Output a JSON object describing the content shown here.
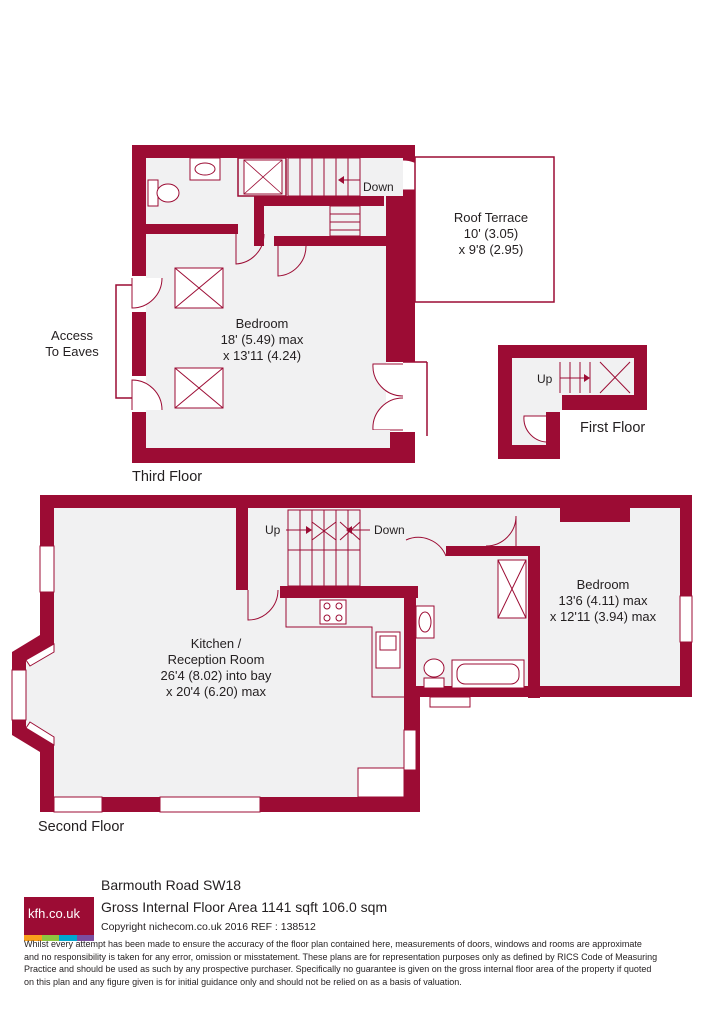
{
  "colors": {
    "wall": "#9c0c34",
    "floor": "#f1f1f2",
    "line": "#9c0c34"
  },
  "third_floor": {
    "label": "Third Floor",
    "bedroom": {
      "name": "Bedroom",
      "dims1": "18' (5.49) max",
      "dims2": "x 13'11 (4.24)"
    },
    "stairs_label": "Down",
    "access_label_1": "Access",
    "access_label_2": "To Eaves"
  },
  "roof_terrace": {
    "name": "Roof Terrace",
    "dims1": "10' (3.05)",
    "dims2": "x 9'8 (2.95)"
  },
  "first_floor": {
    "label": "First Floor",
    "stairs_label": "Up"
  },
  "second_floor": {
    "label": "Second Floor",
    "up_label": "Up",
    "down_label": "Down",
    "kitchen": {
      "line1": "Kitchen /",
      "line2": "Reception Room",
      "dims1": "26'4 (8.02) into bay",
      "dims2": "x 20'4 (6.20) max"
    },
    "bedroom": {
      "name": "Bedroom",
      "dims1": "13'6 (4.11) max",
      "dims2": "x 12'11 (3.94) max"
    }
  },
  "footer": {
    "logo_text": "kfh.co.uk",
    "logo_colors": [
      "#f9a01b",
      "#8dc63f",
      "#00a6ce",
      "#7b4d9f"
    ],
    "address": "Barmouth Road  SW18",
    "area": "Gross Internal Floor Area 1141 sqft 106.0 sqm",
    "copyright": "Copyright nichecom.co.uk 2016 REF : 138512",
    "disclaimer_lines": [
      "Whilst every attempt has been made to ensure the accuracy of the floor plan contained here, measurements of doors, windows and rooms are approximate",
      "and no responsibility is taken for any error, omission or misstatement.  These plans are for representation purposes only as defined by RICS Code of Measuring",
      "Practice and should be used as such by any prospective purchaser.  Specifically no guarantee is given on the gross internal floor area of the property if quoted",
      "on this plan and any figure given is for initial guidance only and should not be relied on as a basis of valuation."
    ]
  }
}
